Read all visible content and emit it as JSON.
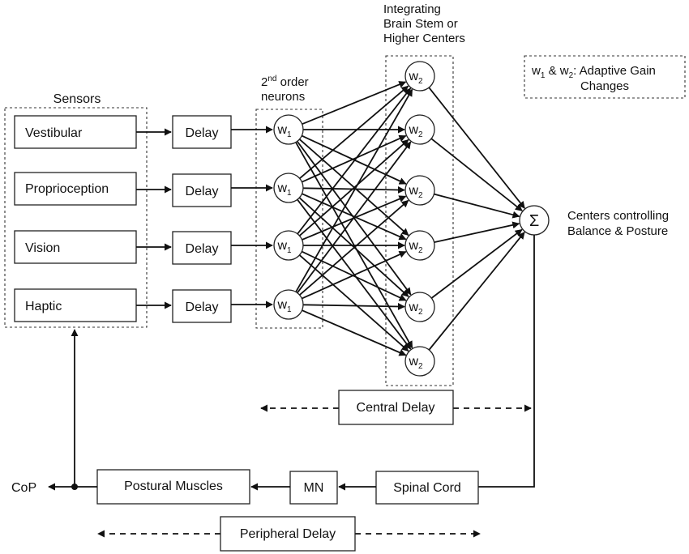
{
  "labels": {
    "sensors": "Sensors",
    "second_order_sup": "nd",
    "second_order_pre": "2",
    "second_order_post": " order",
    "neurons": "neurons",
    "integrating_line1": "Integrating",
    "integrating_line2": "Brain Stem or",
    "integrating_line3": "Higher Centers",
    "centers_line1": "Centers controlling",
    "centers_line2": "Balance & Posture",
    "cop": "CoP"
  },
  "legend": {
    "w": "w",
    "sub1": "1",
    "amp": " & ",
    "sub2": "2",
    "line1_rest": ": Adaptive Gain",
    "line2": "Changes"
  },
  "sensors": [
    "Vestibular",
    "Proprioception",
    "Vision",
    "Haptic"
  ],
  "delay_label": "Delay",
  "w1_node": {
    "w": "w",
    "sub": "1"
  },
  "w2_node": {
    "w": "w",
    "sub": "2"
  },
  "sum_symbol": "Σ",
  "central_delay": "Central Delay",
  "peripheral_delay": "Peripheral Delay",
  "spinal_cord": "Spinal Cord",
  "mn": "MN",
  "postural_muscles": "Postural Muscles"
}
